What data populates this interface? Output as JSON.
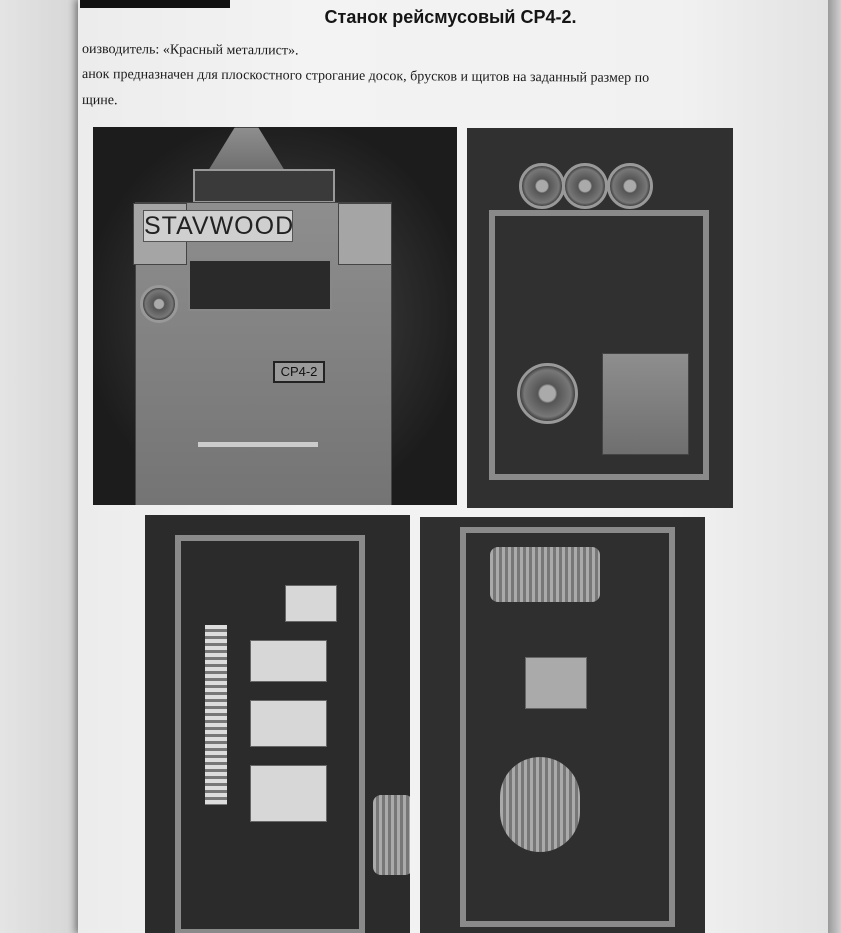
{
  "document": {
    "title": "Станок рейсмусовый СР4-2.",
    "paragraphs": [
      "оизводитель: «Красный металлист».",
      "анок предназначен для плоскостного строгание досок, брусков и щитов на заданный размер по",
      "щине."
    ]
  },
  "photos": {
    "front": {
      "brand_label": "STAVWOOD",
      "model_label": "СР4-2"
    },
    "drive_side": {},
    "electrical_cabinet": {},
    "motor_compartment": {}
  }
}
